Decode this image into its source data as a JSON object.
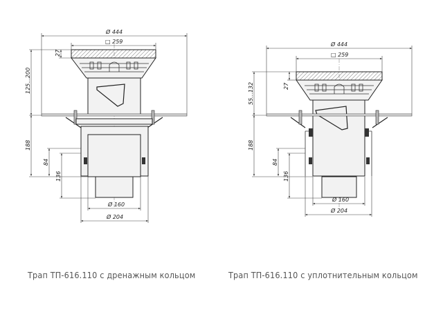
{
  "drawings": [
    {
      "caption": "Трап ТП-616.110 с дренажным кольцом",
      "dims": {
        "outer_diameter": "Ø 444",
        "grate_square": "□ 259",
        "grate_height": "27",
        "height_range": "125...200",
        "lower_height": "188",
        "ring_height": "84",
        "outlet_height": "136",
        "pipe_diameter": "Ø 160",
        "body_diameter": "Ø 204"
      }
    },
    {
      "caption": "Трап ТП-616.110 с уплотнительным кольцом",
      "dims": {
        "outer_diameter": "Ø 444",
        "grate_square": "□ 259",
        "grate_height": "27",
        "height_range": "55...132",
        "lower_height": "188",
        "ring_height": "84",
        "outlet_height": "136",
        "pipe_diameter": "Ø 160",
        "body_diameter": "Ø 204"
      }
    }
  ]
}
